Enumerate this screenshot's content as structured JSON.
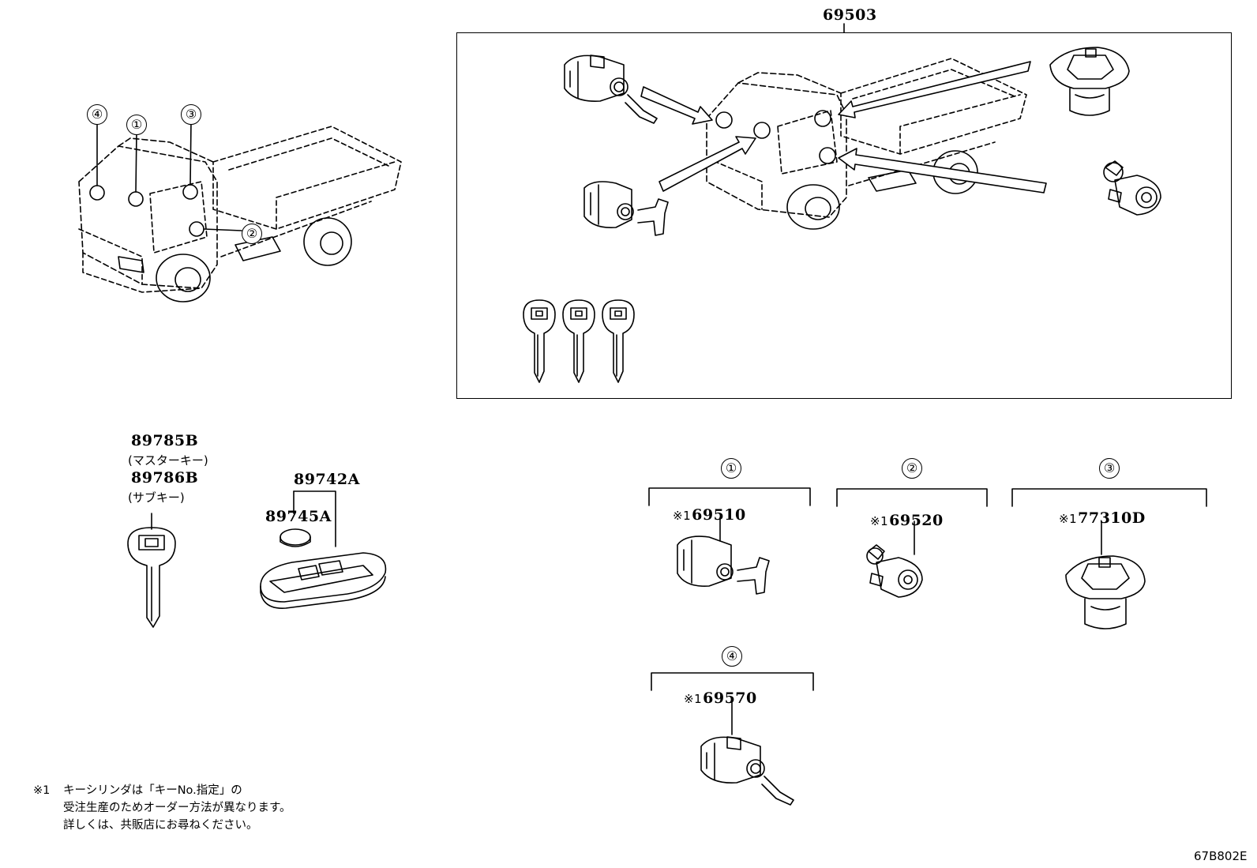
{
  "kit": {
    "part": "69503"
  },
  "callouts": [
    {
      "num": "①",
      "part": "69510",
      "prefix": "※1"
    },
    {
      "num": "②",
      "part": "69520",
      "prefix": "※1"
    },
    {
      "num": "③",
      "part": "77310D",
      "prefix": "※1"
    },
    {
      "num": "④",
      "part": "69570",
      "prefix": "※1"
    }
  ],
  "overview_markers": [
    "④",
    "①",
    "③",
    "②"
  ],
  "keys": {
    "master_part": "89785B",
    "master_desc": "(マスターキー)",
    "sub_part": "89786B",
    "sub_desc": "(サブキー)"
  },
  "remote": {
    "transmitter_part": "89742A",
    "battery_part": "89745A"
  },
  "footnote": {
    "mark": "※1",
    "lines": [
      "キーシリンダは「キーNo.指定」の",
      "受注生産のためオーダー方法が異なります。",
      "詳しくは、共販店にお尋ねください。"
    ]
  },
  "figure_id": "67B802E"
}
